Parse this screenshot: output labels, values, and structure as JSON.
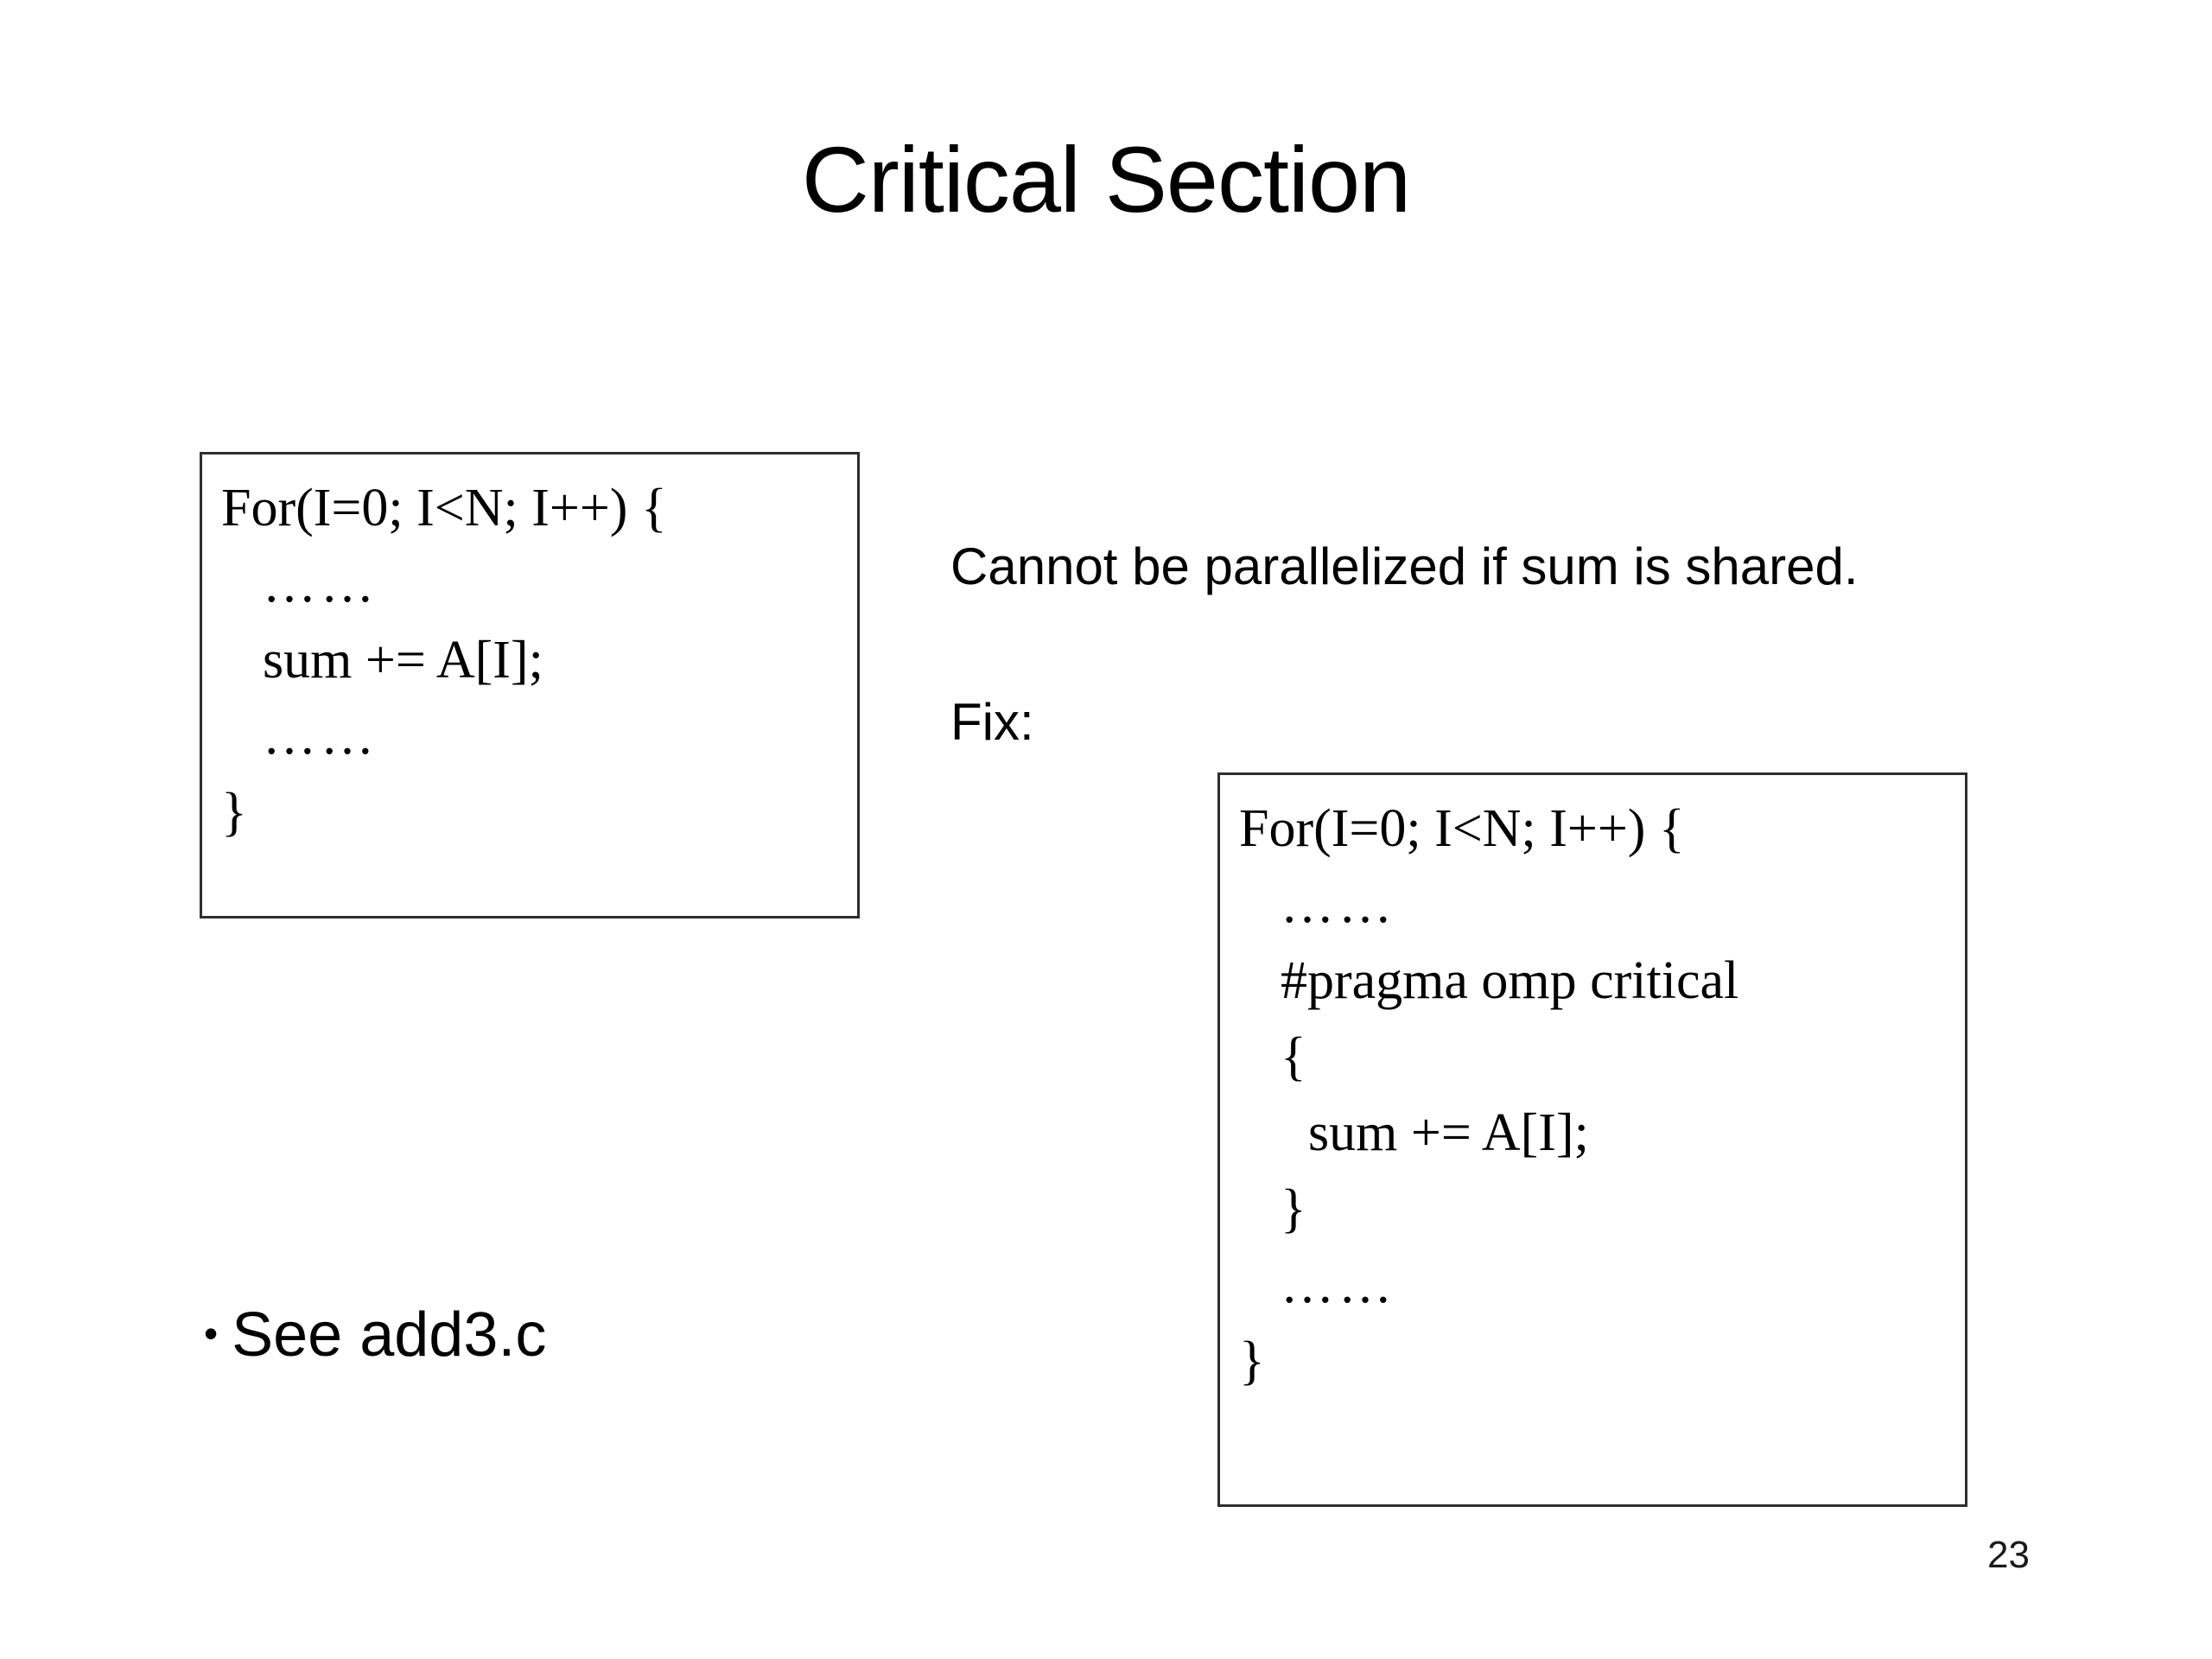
{
  "slide": {
    "title": "Critical Section",
    "page_number": "23",
    "background_color": "#ffffff",
    "text_color": "#000000",
    "border_color": "#2e2e2e"
  },
  "code_box_1": {
    "name": "serial-loop",
    "lines": [
      {
        "indent": 0,
        "text": "For(I=0; I<N; I++) {"
      },
      {
        "indent": 1,
        "text": "……"
      },
      {
        "indent": 1,
        "text": "sum += A[I];"
      },
      {
        "indent": 1,
        "text": "……"
      },
      {
        "indent": 0,
        "text": "}"
      }
    ]
  },
  "code_box_2": {
    "name": "critical-section-fix",
    "lines": [
      {
        "indent": 0,
        "text": "For(I=0; I<N; I++) {"
      },
      {
        "indent": 1,
        "text": "……"
      },
      {
        "indent": 1,
        "text": "#pragma omp critical"
      },
      {
        "indent": 1,
        "text": "{"
      },
      {
        "indent": 2,
        "text": "sum += A[I];"
      },
      {
        "indent": 1,
        "text": "}"
      },
      {
        "indent": 1,
        "text": "……"
      },
      {
        "indent": 0,
        "text": "}"
      }
    ]
  },
  "notes": {
    "cannot": "Cannot be parallelized if sum is shared.",
    "fix": "Fix:"
  },
  "bullets": [
    {
      "glyph": "•",
      "text": "See add3.c"
    }
  ]
}
